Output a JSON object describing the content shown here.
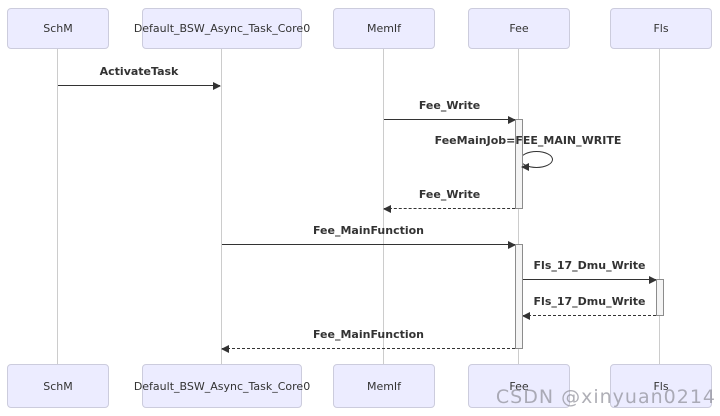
{
  "diagram": {
    "type": "uml-sequence",
    "participants": [
      {
        "name": "SchM"
      },
      {
        "name": "Default_BSW_Async_Task_Core0"
      },
      {
        "name": "MemIf"
      },
      {
        "name": "Fee"
      },
      {
        "name": "Fls"
      }
    ],
    "messages": [
      {
        "label": "ActivateTask",
        "from": "SchM",
        "to": "Default_BSW_Async_Task_Core0",
        "style": "solid"
      },
      {
        "label": "Fee_Write",
        "from": "MemIf",
        "to": "Fee",
        "style": "solid"
      },
      {
        "label": "FeeMainJob=FEE_MAIN_WRITE",
        "from": "Fee",
        "to": "Fee",
        "style": "self"
      },
      {
        "label": "Fee_Write",
        "from": "Fee",
        "to": "MemIf",
        "style": "dashed-return"
      },
      {
        "label": "Fee_MainFunction",
        "from": "Default_BSW_Async_Task_Core0",
        "to": "Fee",
        "style": "solid"
      },
      {
        "label": "Fls_17_Dmu_Write",
        "from": "Fee",
        "to": "Fls",
        "style": "solid"
      },
      {
        "label": "Fls_17_Dmu_Write",
        "from": "Fls",
        "to": "Fee",
        "style": "dashed-return"
      },
      {
        "label": "Fee_MainFunction",
        "from": "Fee",
        "to": "Default_BSW_Async_Task_Core0",
        "style": "dashed-return"
      }
    ],
    "colors": {
      "participant_fill": "#ECECFF",
      "participant_border": "#CCCCDD",
      "lifeline": "#CCCCCC",
      "activation_fill": "#F4F4F4",
      "activation_border": "#8C8C8C",
      "message_line": "#333333",
      "message_text": "#333333",
      "background": "#FFFFFF",
      "watermark_text": "#9494A0"
    },
    "watermark": "CSDN @xinyuan0214"
  }
}
